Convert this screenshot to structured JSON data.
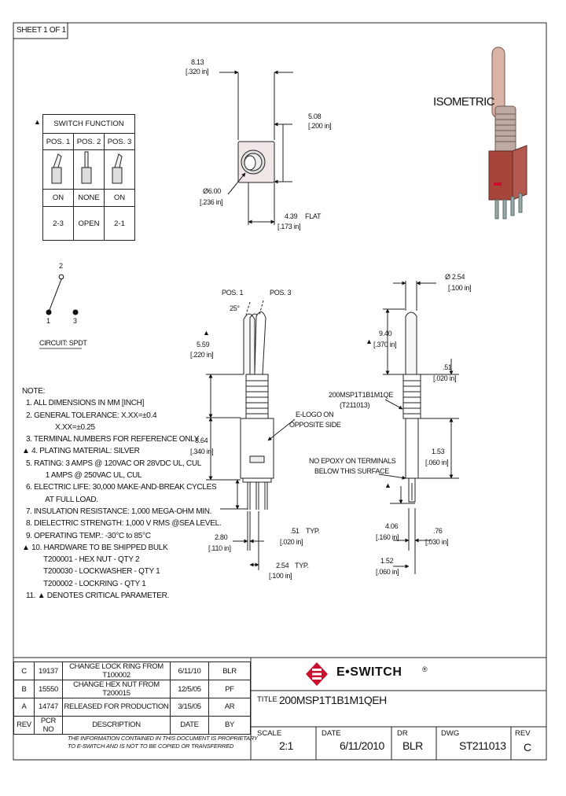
{
  "sheet_label": "SHEET 1 OF 1",
  "isometric_label": "ISOMETRIC",
  "switch_function": {
    "header": "SWITCH FUNCTION",
    "positions": [
      "POS. 1",
      "POS. 2",
      "POS. 3"
    ],
    "states": [
      "ON",
      "NONE",
      "ON"
    ],
    "connections": [
      "2-3",
      "OPEN",
      "2-1"
    ]
  },
  "critical_mark": "▲",
  "circuit": {
    "common": "2",
    "left": "1",
    "right": "3",
    "label": "CIRCUIT: SPDT"
  },
  "top_view": {
    "width_mm": "8.13",
    "width_in": "[.320 in]",
    "bushing_mm": "5.08",
    "bushing_in": "[.200 in]",
    "diameter_mm": "Ø6.00",
    "diameter_in": "[.236 in]",
    "flat_mm": "4.39",
    "flat_label": "FLAT",
    "flat_in": "[.173 in]"
  },
  "front_view": {
    "pos1": "POS. 1",
    "pos3": "POS. 3",
    "angle": "25°",
    "bushing_mm": "5.59",
    "bushing_in": "[.220 in]",
    "elogo": "E-LOGO ON",
    "elogo2": "OPPOSITE SIDE",
    "body_mm": "8.64",
    "body_in": "[.340 in]",
    "term_mm": "2.80",
    "term_in": "[.110 in]",
    "tw_mm": ".51",
    "tw_typ": "TYP.",
    "tw_in": "[.020 in]",
    "pitch_mm": "2.54",
    "pitch_typ": "TYP.",
    "pitch_in": "[.100 in]"
  },
  "side_view": {
    "dia_mm": "Ø 2.54",
    "dia_in": "[.100 in]",
    "lever_mm": "9.40",
    "lever_in": "[.370 in]",
    "thread_mm": ".51",
    "thread_in": "[.020 in]",
    "part_no": "200MSP1T1B1M1QE",
    "part_ref": "(T211013)",
    "epoxy1": "NO EPOXY ON TERMINALS",
    "epoxy2": "BELOW THIS SURFACE",
    "len_mm": "1.53",
    "len_in": "[.060 in]",
    "t1_mm": "4.06",
    "t1_in": "[.160 in]",
    "t2_mm": ".76",
    "t2_in": "[.030 in]",
    "t3_mm": "1.52",
    "t3_in": "[.060 in]"
  },
  "notes": [
    "NOTE:",
    "  1. ALL DIMENSIONS IN MM [INCH]",
    "  2. GENERAL TOLERANCE: X.XX=±0.4",
    "                 X.XX=±0.25",
    "  3. TERMINAL NUMBERS FOR REFERENCE ONLY",
    "▲ 4. PLATING MATERIAL: SILVER",
    "  5. RATING: 3 AMPS @ 120VAC OR 28VDC UL, CUL",
    "            1 AMPS @ 250VAC UL, CUL",
    "  6. ELECTRIC LIFE: 30,000 MAKE-AND-BREAK CYCLES",
    "            AT FULL LOAD.",
    "  7. INSULATION RESISTANCE: 1,000 MEGA-OHM MIN.",
    "  8. DIELECTRIC STRENGTH: 1,000 V RMS @SEA LEVEL.",
    "  9. OPERATING TEMP.: -30°C to 85°C",
    "▲ 10. HARDWARE TO BE SHIPPED BULK",
    "           T200001 - HEX NUT - QTY 2",
    "           T200030 - LOCKWASHER - QTY 1",
    "           T200002 - LOCKRING - QTY 1",
    "  11. ▲ DENOTES CRITICAL PARAMETER."
  ],
  "revisions": [
    {
      "rev": "C",
      "pcr": "19137",
      "desc": "CHANGE LOCK RING FROM T100002",
      "date": "6/11/10",
      "by": "BLR"
    },
    {
      "rev": "B",
      "pcr": "15550",
      "desc": "CHANGE HEX NUT FROM T200015",
      "date": "12/5/05",
      "by": "PF"
    },
    {
      "rev": "A",
      "pcr": "14747",
      "desc": "RELEASED FOR PRODUCTION",
      "date": "3/15/05",
      "by": "AR"
    }
  ],
  "rev_headers": {
    "rev": "REV",
    "pcr": "PCR NO",
    "desc": "DESCRIPTION",
    "date": "DATE",
    "by": "BY"
  },
  "disclaimer1": "THE INFORMATION CONTAINED IN THIS DOCUMENT IS PROPRIETARY",
  "disclaimer2": "TO E-SWITCH AND IS NOT TO BE COPIED OR TRANSFERRED",
  "brand": "E•SWITCH",
  "registered": "®",
  "title_label": "TITLE",
  "title": "200MSP1T1B1M1QEH",
  "title_block": {
    "scale_label": "SCALE",
    "scale": "2:1",
    "date_label": "DATE",
    "date": "6/11/2010",
    "dr_label": "DR",
    "dr": "BLR",
    "dwg_label": "DWG",
    "dwg": "ST211013",
    "rev_label": "REV",
    "rev": "C"
  },
  "colors": {
    "brand_red": "#c8102e",
    "body_red": "#a8453a",
    "lever": "#d9b3a6"
  }
}
